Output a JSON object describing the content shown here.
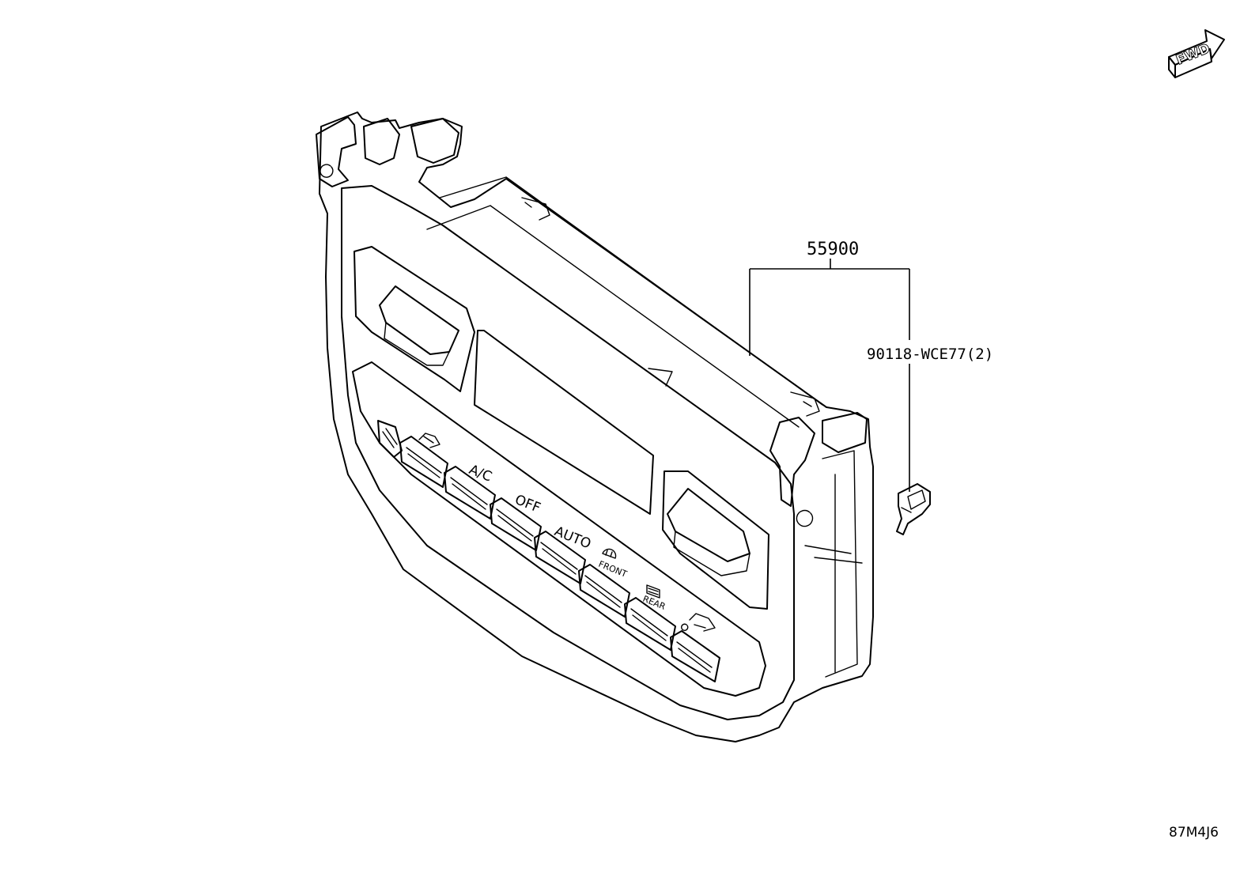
{
  "orientation": {
    "label": "FWD",
    "icon": "forward-arrow-icon"
  },
  "parts": [
    {
      "number": "55900",
      "description": ""
    },
    {
      "number": "90118-WCE77(2)",
      "description": ""
    }
  ],
  "panel": {
    "buttons": [
      {
        "label": "",
        "icon": "recirculation-icon"
      },
      {
        "label": "A/C"
      },
      {
        "label": "OFF"
      },
      {
        "label": "AUTO"
      },
      {
        "label": "FRONT",
        "icon": "front-defrost-icon"
      },
      {
        "label": "REAR",
        "icon": "rear-defrost-icon"
      },
      {
        "label": "",
        "icon": "fresh-air-icon"
      }
    ]
  },
  "diagram_code": "87M4J6"
}
